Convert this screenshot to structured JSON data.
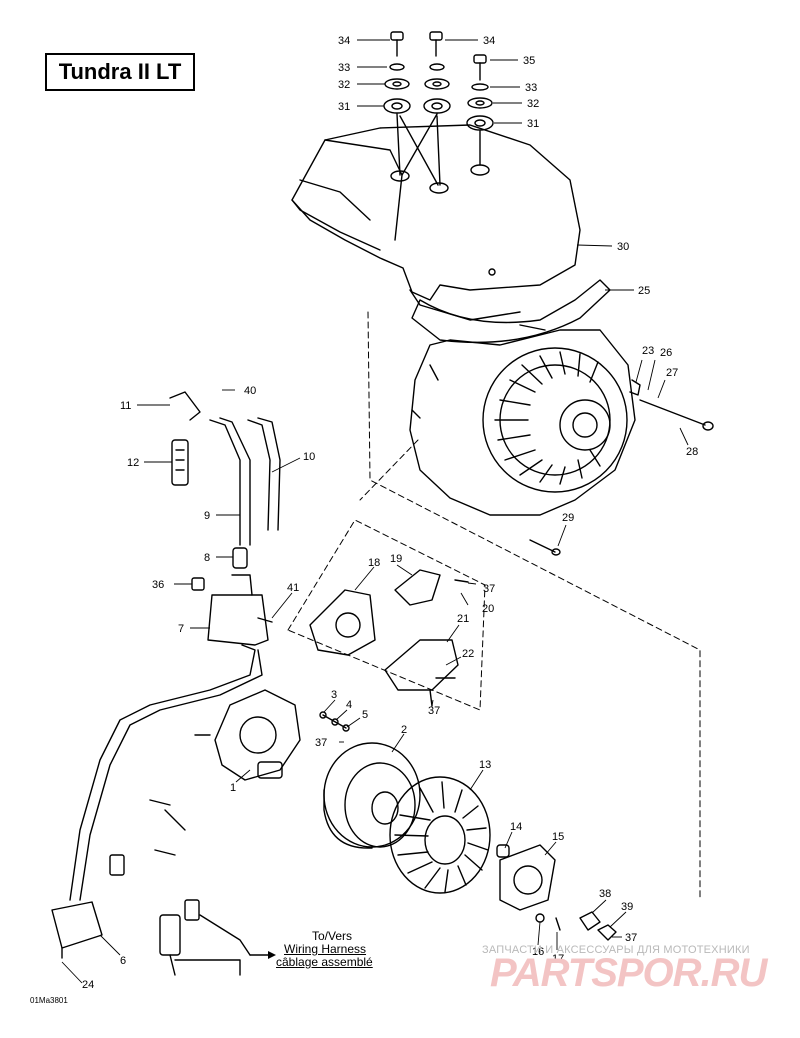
{
  "title": "Tundra II LT",
  "image_code": "01Ma3801",
  "wiring_harness": {
    "line1": "To/Vers",
    "line2": "Wiring Harness",
    "line3": "câblage assemblé"
  },
  "watermark": {
    "line1": "ЗАПЧАСТИ И АКСЕССУАРЫ ДЛЯ МОТОТЕХНИКИ",
    "line2": "PARTSPOR.RU"
  },
  "callouts": [
    "34",
    "34",
    "33",
    "35",
    "32",
    "33",
    "31",
    "32",
    "31",
    "30",
    "25",
    "23",
    "26",
    "27",
    "28",
    "40",
    "11",
    "10",
    "12",
    "9",
    "29",
    "19",
    "18",
    "37",
    "20",
    "8",
    "36",
    "41",
    "7",
    "21",
    "22",
    "37",
    "3",
    "4",
    "5",
    "2",
    "37",
    "1",
    "13",
    "14",
    "15",
    "38",
    "39",
    "37",
    "6",
    "16",
    "17",
    "24"
  ]
}
